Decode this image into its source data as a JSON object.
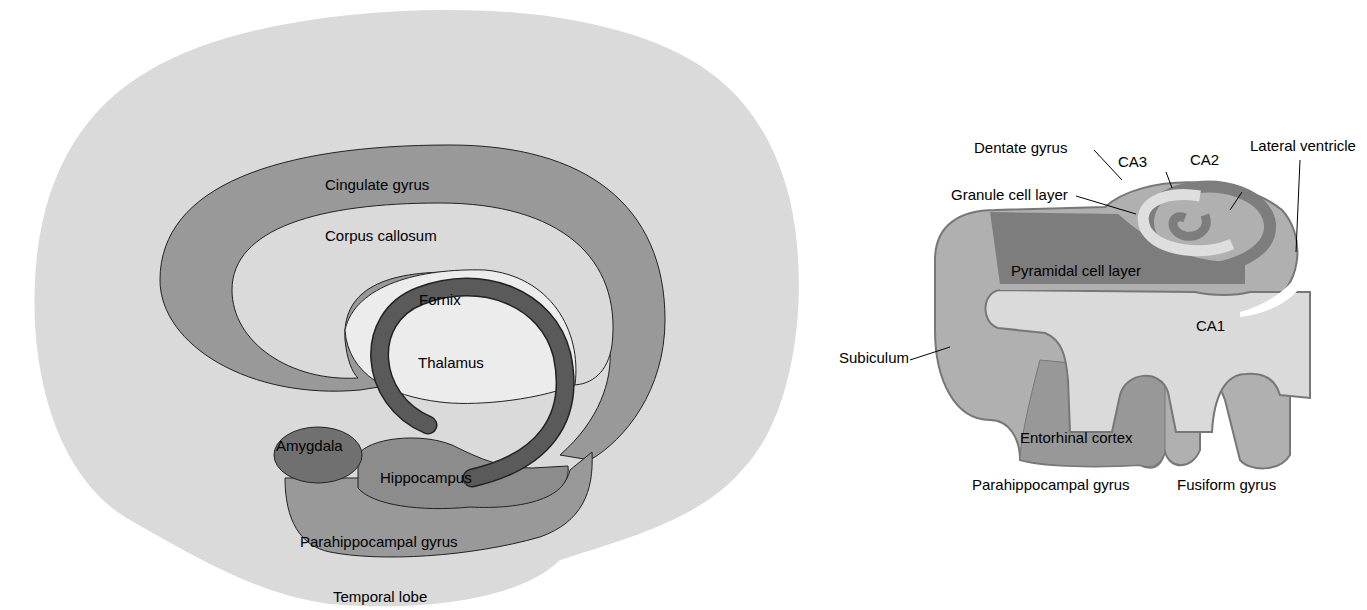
{
  "diagram": {
    "labels": [
      "Cingulate gyrus",
      "Corpus callosum",
      "Fornix",
      "Thalamus",
      "Amygdala",
      "Hippocampus",
      "Parahippocampal gyrus",
      "Temporal lobe",
      "Dentate gyrus",
      "CA3",
      "CA2",
      "Lateral ventricle",
      "Granule cell layer",
      "Pyramidal cell layer",
      "CA1",
      "Subiculum",
      "Entorhinal cortex",
      "Parahippocampal gyrus",
      "Fusiform gyrus"
    ]
  }
}
